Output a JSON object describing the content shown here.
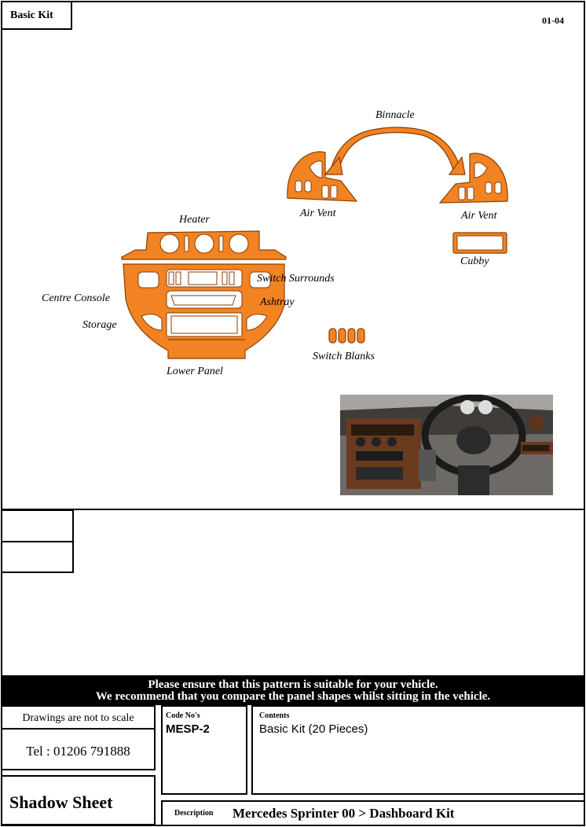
{
  "header": {
    "kit_label": "Basic Kit",
    "sheet_number": "01-04"
  },
  "parts": {
    "binnacle": "Binnacle",
    "air_vent_left": "Air Vent",
    "air_vent_right": "Air Vent",
    "cubby": "Cubby",
    "heater": "Heater",
    "switch_surrounds": "Switch Surrounds",
    "centre_console": "Centre Console",
    "ashtray": "Ashtray",
    "storage": "Storage",
    "switch_blanks": "Switch Blanks",
    "lower_panel": "Lower Panel"
  },
  "banner": {
    "line1": "Please ensure that this pattern is suitable for your vehicle.",
    "line2": "We recommend that you compare the panel shapes whilst sitting in the vehicle."
  },
  "footer": {
    "scale_note": "Drawings are not to scale",
    "telephone": "Tel : 01206 791888",
    "sheet_title": "Shadow Sheet",
    "code_label": "Code No's",
    "code_value": "MESP-2",
    "contents_label": "Contents",
    "contents_value": "Basic Kit (20 Pieces)",
    "description_label": "Description",
    "description_value": "Mercedes Sprinter 00 > Dashboard Kit"
  },
  "colors": {
    "panel_fill": "#f28322",
    "panel_outline": "#8a3e05"
  }
}
